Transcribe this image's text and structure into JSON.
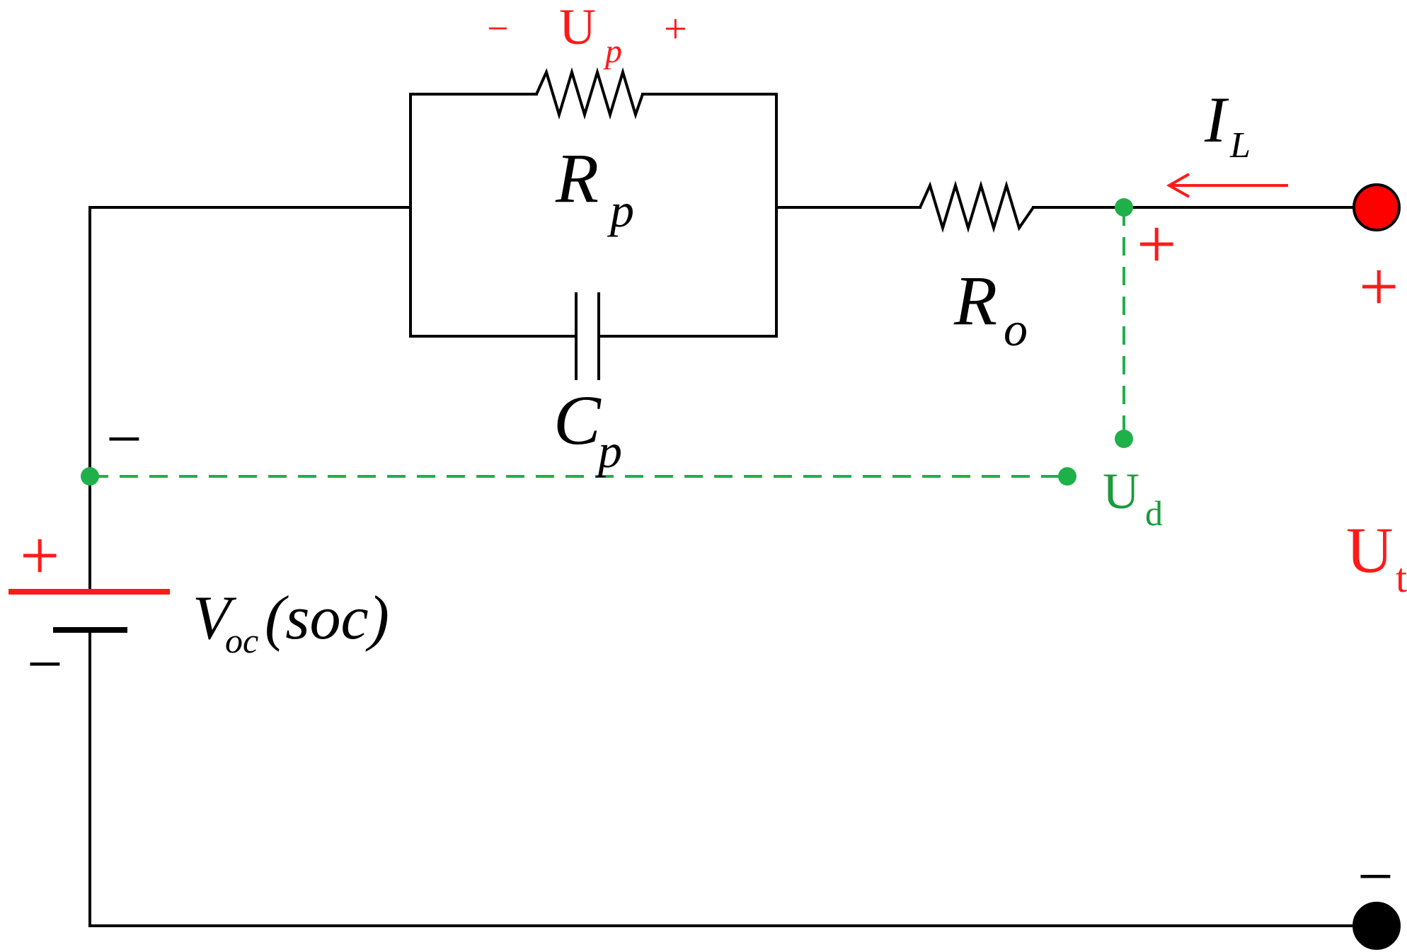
{
  "labels": {
    "up_minus": "−",
    "up_main": "U",
    "up_sub": "p",
    "up_plus": "+",
    "rp_main": "R",
    "rp_sub": "p",
    "cp_main": "C",
    "cp_sub": "p",
    "ro_main": "R",
    "ro_sub": "o",
    "il_main": "I",
    "il_sub": "L",
    "ud_plus": "+",
    "ud_main": "U",
    "ud_sub": "d",
    "ut_plus": "+",
    "ut_main": "U",
    "ut_sub": "t",
    "ut_minus": "−",
    "left_minus": "−",
    "batt_plus": "+",
    "batt_minus": "−",
    "voc_main": "V",
    "voc_sub": "oc",
    "voc_arg": "(soc)"
  },
  "colors": {
    "wire": "#000000",
    "red": "#ff1a1a",
    "green": "#1fb04a"
  }
}
